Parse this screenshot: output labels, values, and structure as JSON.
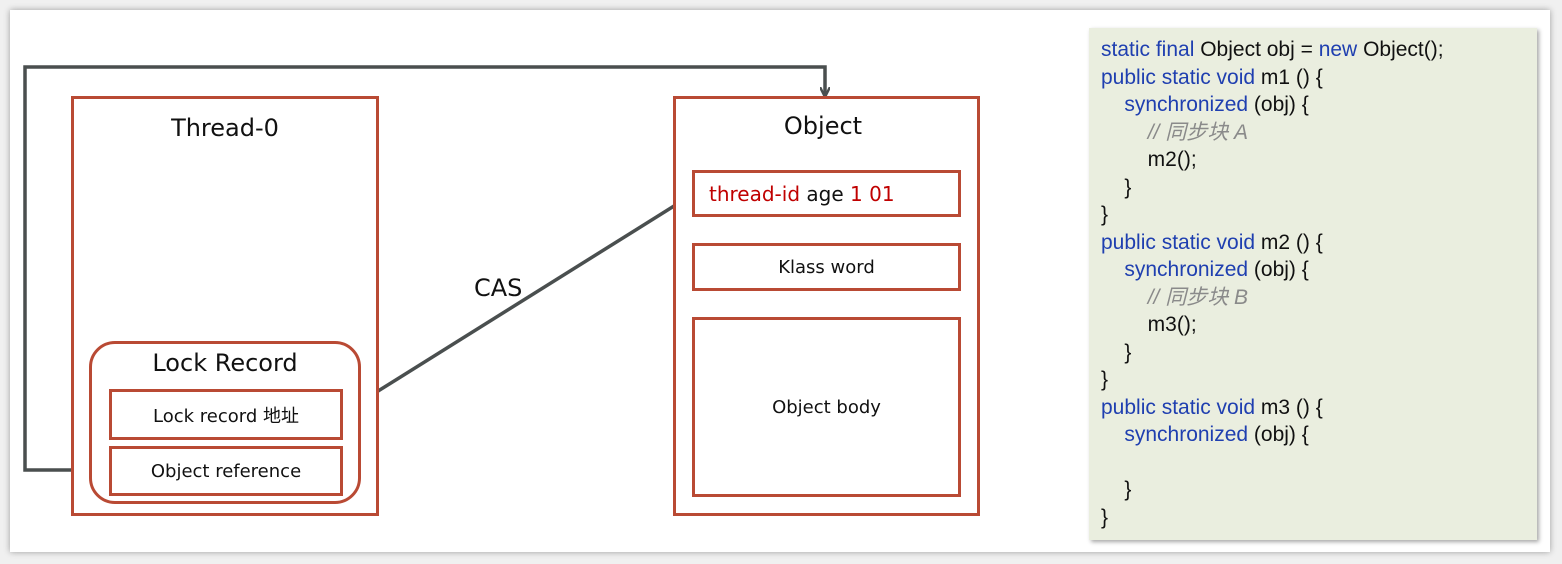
{
  "diagram": {
    "thread": {
      "title": "Thread-0",
      "lock_record": {
        "title": "Lock Record",
        "slot_address": "Lock record 地址",
        "slot_reference": "Object reference"
      }
    },
    "object": {
      "title": "Object",
      "mark_word": {
        "thread_id": "thread-id",
        "age": "age",
        "bits": "1 01"
      },
      "klass_word": "Klass word",
      "body": "Object body"
    },
    "cas_label": "CAS"
  },
  "code": {
    "lines": [
      [
        {
          "t": "static final ",
          "k": "kw"
        },
        {
          "t": "Object obj = ",
          "k": ""
        },
        {
          "t": "new ",
          "k": "kw"
        },
        {
          "t": "Object();",
          "k": ""
        }
      ],
      [
        {
          "t": "public static void ",
          "k": "kw"
        },
        {
          "t": "m1 () {",
          "k": ""
        }
      ],
      [
        {
          "t": "    ",
          "k": ""
        },
        {
          "t": "synchronized",
          "k": "kw"
        },
        {
          "t": " (obj) {",
          "k": ""
        }
      ],
      [
        {
          "t": "        ",
          "k": ""
        },
        {
          "t": "// 同步块 A",
          "k": "cm"
        }
      ],
      [
        {
          "t": "        m2();",
          "k": ""
        }
      ],
      [
        {
          "t": "    }",
          "k": ""
        }
      ],
      [
        {
          "t": "}",
          "k": ""
        }
      ],
      [
        {
          "t": "public static void ",
          "k": "kw"
        },
        {
          "t": "m2 () {",
          "k": ""
        }
      ],
      [
        {
          "t": "    ",
          "k": ""
        },
        {
          "t": "synchronized",
          "k": "kw"
        },
        {
          "t": " (obj) {",
          "k": ""
        }
      ],
      [
        {
          "t": "        ",
          "k": ""
        },
        {
          "t": "// 同步块 B",
          "k": "cm"
        }
      ],
      [
        {
          "t": "        m3();",
          "k": ""
        }
      ],
      [
        {
          "t": "    }",
          "k": ""
        }
      ],
      [
        {
          "t": "}",
          "k": ""
        }
      ],
      [
        {
          "t": "public static void ",
          "k": "kw"
        },
        {
          "t": "m3 () {",
          "k": ""
        }
      ],
      [
        {
          "t": "    ",
          "k": ""
        },
        {
          "t": "synchronized",
          "k": "kw"
        },
        {
          "t": " (obj) {",
          "k": ""
        }
      ],
      [
        {
          "t": "",
          "k": ""
        }
      ],
      [
        {
          "t": "    }",
          "k": ""
        }
      ],
      [
        {
          "t": "}",
          "k": ""
        }
      ]
    ]
  },
  "colors": {
    "box_border": "#b94a34",
    "keyword": "#1f3fb0",
    "comment": "#8a8a8a",
    "mark_word_red": "#c00000",
    "arrow": "#4a4f4f",
    "code_bg": "#eaeedf"
  }
}
